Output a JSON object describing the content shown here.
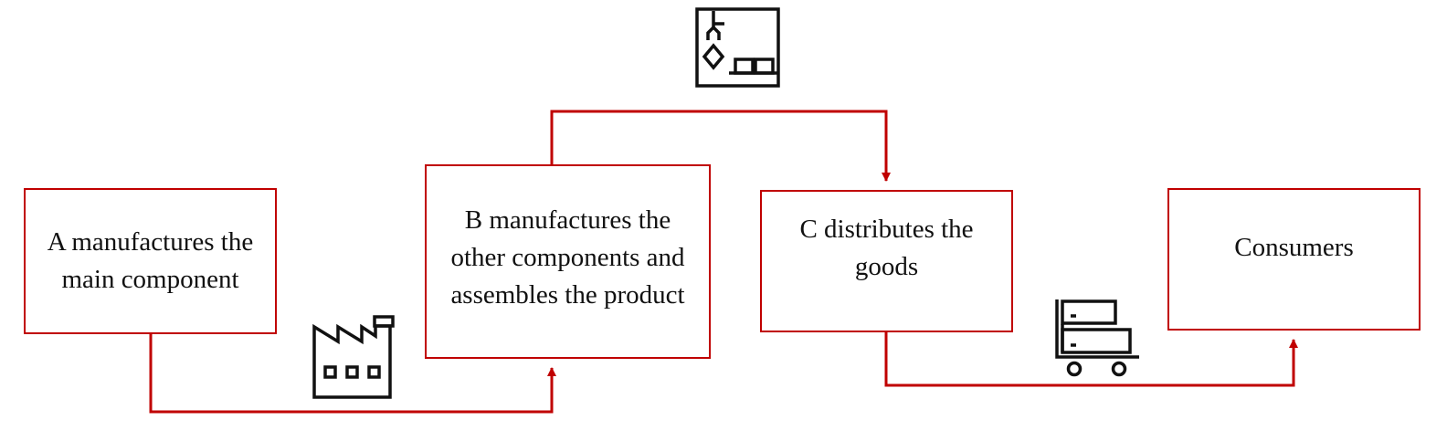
{
  "colors": {
    "box_border": "#c00000",
    "connector": "#c00000",
    "icon": "#111111",
    "text": "#111111"
  },
  "nodes": [
    {
      "id": "a",
      "label": "A manufactures the main component"
    },
    {
      "id": "b",
      "label": "B manufactures the other components and assembles the product"
    },
    {
      "id": "c",
      "label": "C distributes the goods"
    },
    {
      "id": "d",
      "label": "Consumers"
    }
  ],
  "connectors": [
    {
      "from": "a",
      "to": "b"
    },
    {
      "from": "b",
      "to": "c"
    },
    {
      "from": "c",
      "to": "d"
    }
  ],
  "icons": [
    {
      "name": "factory-icon"
    },
    {
      "name": "assembly-robot-icon"
    },
    {
      "name": "hand-truck-icon"
    }
  ]
}
